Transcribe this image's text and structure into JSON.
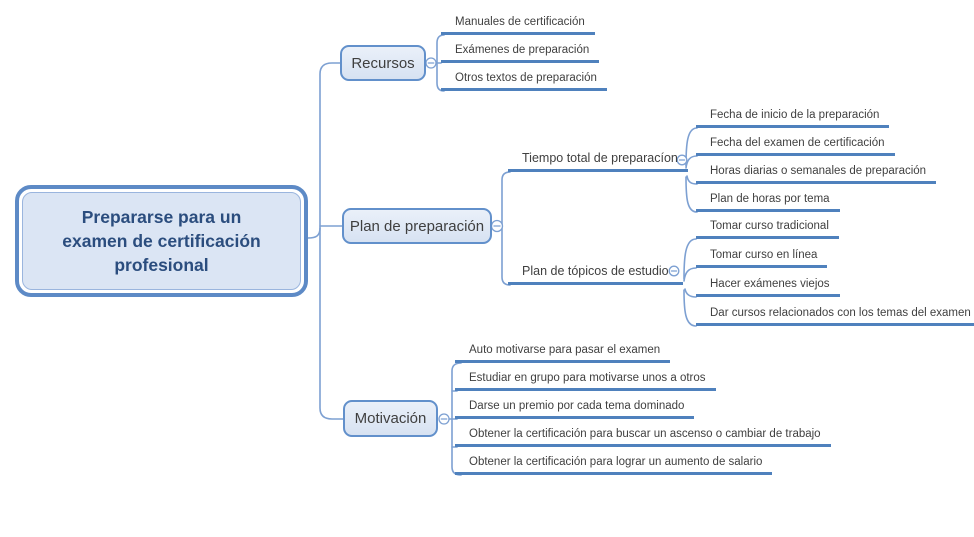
{
  "tree": {
    "root": {
      "label": "Prepararse para un examen de certificación profesional",
      "lines": [
        "Prepararse para un",
        "examen de certificación",
        "profesional"
      ]
    },
    "branches": [
      {
        "label": "Recursos",
        "children": [
          {
            "label": "Manuales de certificación"
          },
          {
            "label": "Exámenes de preparación"
          },
          {
            "label": "Otros textos de preparación"
          }
        ]
      },
      {
        "label": "Plan de preparación",
        "children": [
          {
            "label": "Tiempo total de preparacíon",
            "children": [
              {
                "label": "Fecha de inicio de la preparación"
              },
              {
                "label": "Fecha del examen de certificación"
              },
              {
                "label": "Horas diarias o semanales de preparación"
              },
              {
                "label": "Plan de horas por tema"
              }
            ]
          },
          {
            "label": "Plan de tópicos de estudio",
            "children": [
              {
                "label": "Tomar curso tradicional"
              },
              {
                "label": "Tomar curso en línea"
              },
              {
                "label": "Hacer exámenes viejos"
              },
              {
                "label": "Dar cursos relacionados con los temas del examen"
              }
            ]
          }
        ]
      },
      {
        "label": "Motivación",
        "children": [
          {
            "label": "Auto motivarse para pasar el examen"
          },
          {
            "label": "Estudiar en grupo para motivarse unos a otros"
          },
          {
            "label": "Darse un premio por cada tema dominado"
          },
          {
            "label": "Obtener la certificación para buscar un ascenso o cambiar de trabajo"
          },
          {
            "label": "Obtener la certificación para lograr un aumento de salario"
          }
        ]
      }
    ]
  },
  "icons": {
    "collapse_toggle": "minus-in-circle"
  },
  "colors": {
    "background": "#ffffff",
    "connector": "#7da0d2",
    "underline": "#4f81bd",
    "node_border": "#6290cb",
    "node_fill": "#dde7f5",
    "root_border": "#5d8ac6",
    "root_fill": "#dbe5f4",
    "root_text": "#2b4d7e",
    "label_text": "#404040"
  }
}
